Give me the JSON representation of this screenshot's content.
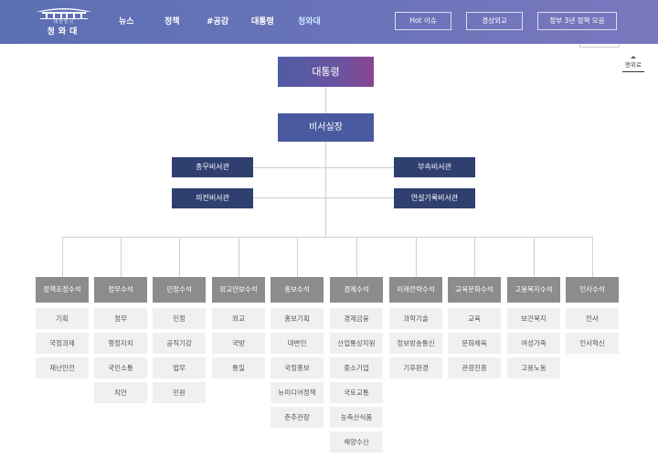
{
  "header": {
    "logo": {
      "sub": "대한민국",
      "name": "청와대"
    },
    "nav": [
      "뉴스",
      "정책",
      "#공감",
      "대통령",
      "청와대"
    ],
    "buttons": [
      "Hot 이슈",
      "경상외교",
      "정부 3년 정책 모음"
    ]
  },
  "top_button": "맨위로",
  "org": {
    "president": "대통령",
    "chief": "비서실장",
    "secretaries": [
      "총무비서관",
      "의전비서관",
      "부속비서관",
      "연설기록비서관"
    ],
    "seniors": [
      {
        "title": "정책조정수석",
        "subs": [
          "기획",
          "국정과제",
          "재난안전"
        ]
      },
      {
        "title": "정무수석",
        "subs": [
          "정무",
          "행정자치",
          "국민소통",
          "치안"
        ]
      },
      {
        "title": "민정수석",
        "subs": [
          "민정",
          "공직기강",
          "법무",
          "민원"
        ]
      },
      {
        "title": "외교안보수석",
        "subs": [
          "외교",
          "국방",
          "통일"
        ]
      },
      {
        "title": "홍보수석",
        "subs": [
          "홍보기획",
          "대변인",
          "국정홍보",
          "뉴미디어정책",
          "춘추관장"
        ]
      },
      {
        "title": "경제수석",
        "subs": [
          "경제금융",
          "산업통상자원",
          "중소기업",
          "국토교통",
          "농축산식품",
          "해양수산"
        ]
      },
      {
        "title": "미래전략수석",
        "subs": [
          "과학기술",
          "정보방송통신",
          "기후환경"
        ]
      },
      {
        "title": "교육문화수석",
        "subs": [
          "교육",
          "문화체육",
          "관광진흥"
        ]
      },
      {
        "title": "고용복지수석",
        "subs": [
          "보건복지",
          "여성가족",
          "고용노동"
        ]
      },
      {
        "title": "인사수석",
        "subs": [
          "인사",
          "인사혁신"
        ]
      }
    ]
  }
}
